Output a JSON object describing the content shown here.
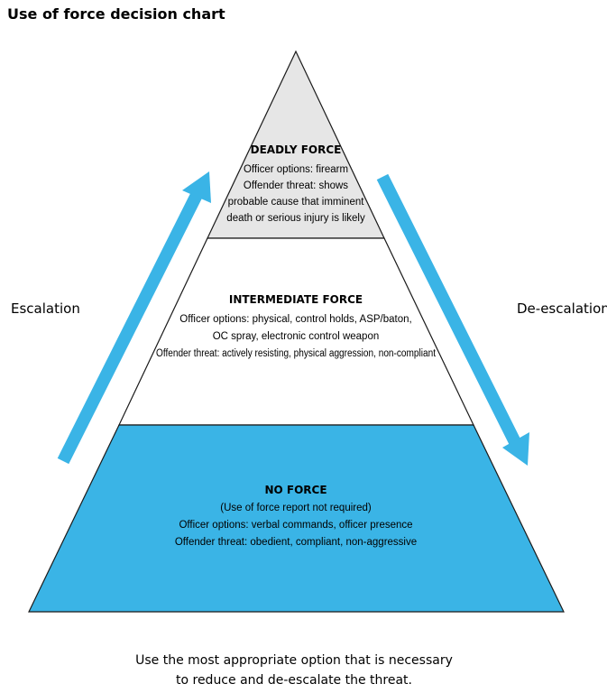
{
  "title": "Use of force decision chart",
  "colors": {
    "top_tier": "#e6e6e6",
    "middle_tier": "#ffffff",
    "bottom_tier": "#3ab4e6",
    "arrow": "#3ab4e6",
    "outline": "#1a1a1a"
  },
  "tiers": {
    "deadly": {
      "heading": "DEADLY FORCE",
      "lines": [
        "Officer options: firearm",
        "Offender threat: shows",
        "probable cause that imminent",
        "death or serious injury is likely"
      ]
    },
    "intermediate": {
      "heading": "INTERMEDIATE FORCE",
      "lines": [
        "Officer options: physical, control holds, ASP/baton,",
        "OC spray, electronic control weapon",
        "Offender threat: actively resisting, physical aggression, non-compliant"
      ]
    },
    "none": {
      "heading": "NO FORCE",
      "lines": [
        "(Use of force report not required)",
        "Officer options: verbal commands, officer presence",
        "Offender threat: obedient, compliant, non-aggressive"
      ]
    }
  },
  "left_label": "Escalation",
  "right_label": "De-escalation",
  "footer": {
    "line1": "Use the most appropriate option that is necessary",
    "line2": "to reduce and de-escalate the threat."
  }
}
